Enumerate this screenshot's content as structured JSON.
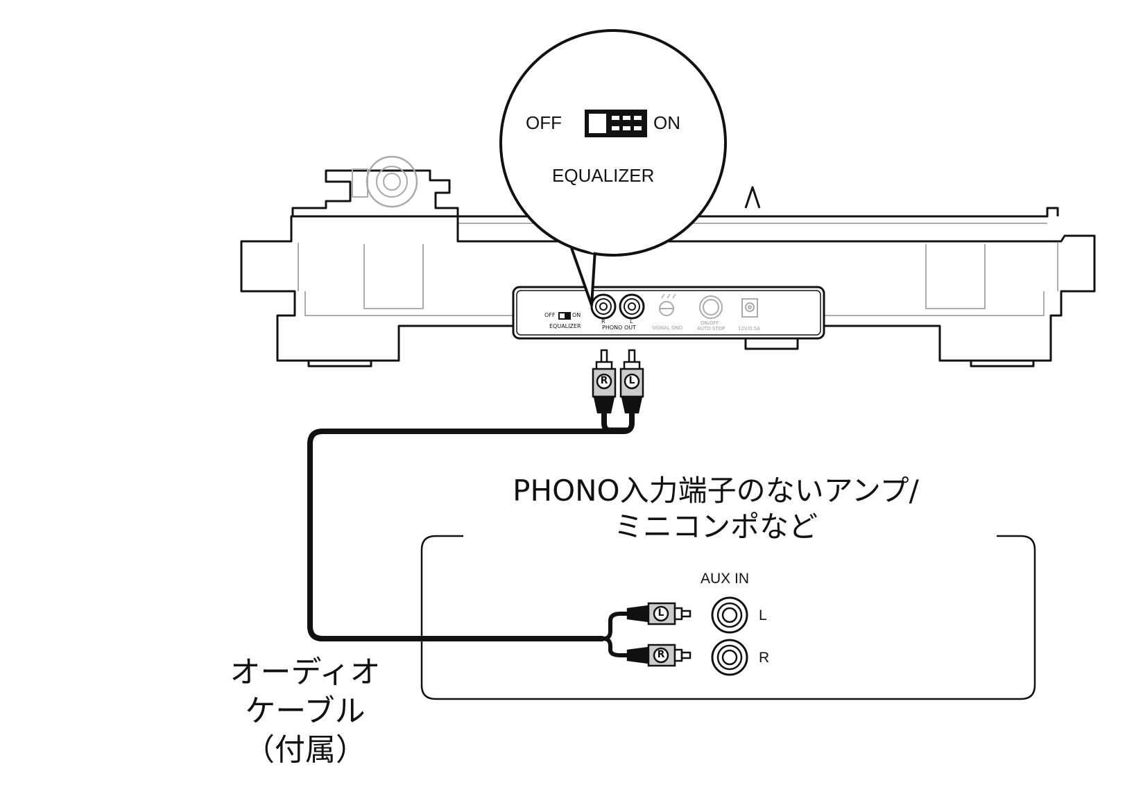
{
  "callout": {
    "off_label": "OFF",
    "on_label": "ON",
    "switch_label": "EQUALIZER"
  },
  "turntable_panel": {
    "eq_off": "OFF",
    "eq_on": "ON",
    "eq_label": "EQUALIZER",
    "phono_r": "R",
    "phono_l": "L",
    "phono_label": "PHONO OUT",
    "signal_gnd_label": "SIGNAL GND",
    "auto_stop_on_off": "ON/OFF",
    "auto_stop_label": "AUTO STOP",
    "dc_in_label": "12V/0.5A"
  },
  "plugs": {
    "right_marker": "R",
    "left_marker": "L"
  },
  "amplifier": {
    "title_line1": "PHONO入力端子のないアンプ/",
    "title_line2": "ミニコンポなど",
    "aux_in_label": "AUX IN",
    "jack_l_label": "L",
    "jack_r_label": "R"
  },
  "cable_label": {
    "line1": "オーディオ",
    "line2": "ケーブル",
    "line3": "（付属）"
  }
}
